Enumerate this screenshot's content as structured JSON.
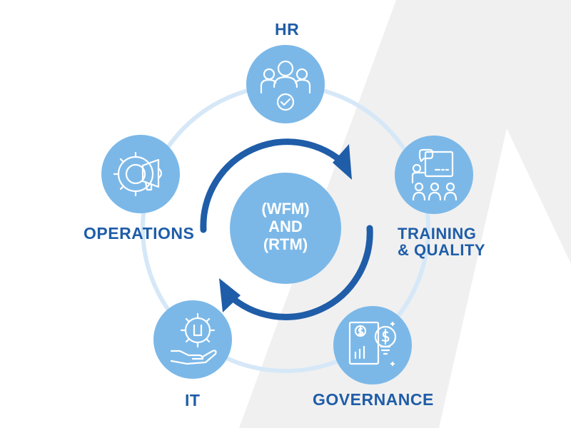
{
  "center": {
    "line1": "(WFM)",
    "line2": "AND",
    "line3": "(RTM)"
  },
  "nodes": {
    "hr": {
      "label": "HR",
      "icon": "team-approval-icon"
    },
    "training": {
      "label_line1": "TRAINING",
      "label_line2": "& QUALITY",
      "icon": "presentation-training-icon"
    },
    "governance": {
      "label": "GOVERNANCE",
      "icon": "finance-idea-icon"
    },
    "it": {
      "label": "IT",
      "icon": "gear-wrench-hand-icon"
    },
    "operations": {
      "label": "OPERATIONS",
      "icon": "gear-megaphone-icon"
    }
  },
  "colors": {
    "primary": "#1f5da8",
    "node_fill": "#7bb8e8",
    "ring": "#d6e8f7",
    "background_shape": "#f0f0f0"
  }
}
